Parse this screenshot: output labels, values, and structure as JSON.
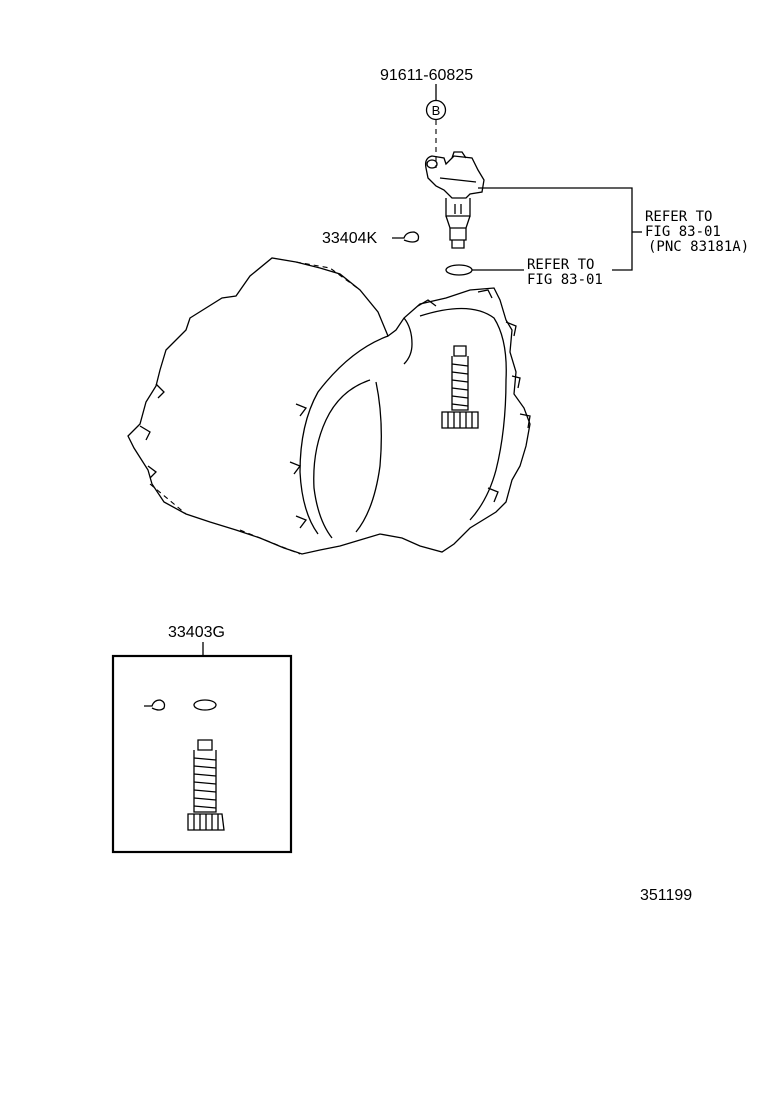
{
  "labels": {
    "bolt_part": "91611-60825",
    "bolt_marker": "B",
    "clip_part": "33404K",
    "kit_part": "33403G",
    "refer_sensor_line1": "REFER TO",
    "refer_sensor_line2": "FIG 83-01",
    "refer_sensor_line3": "(PNC 83181A)",
    "refer_oring_line1": "REFER TO",
    "refer_oring_line2": "FIG 83-01",
    "illustration_number": "351199"
  }
}
